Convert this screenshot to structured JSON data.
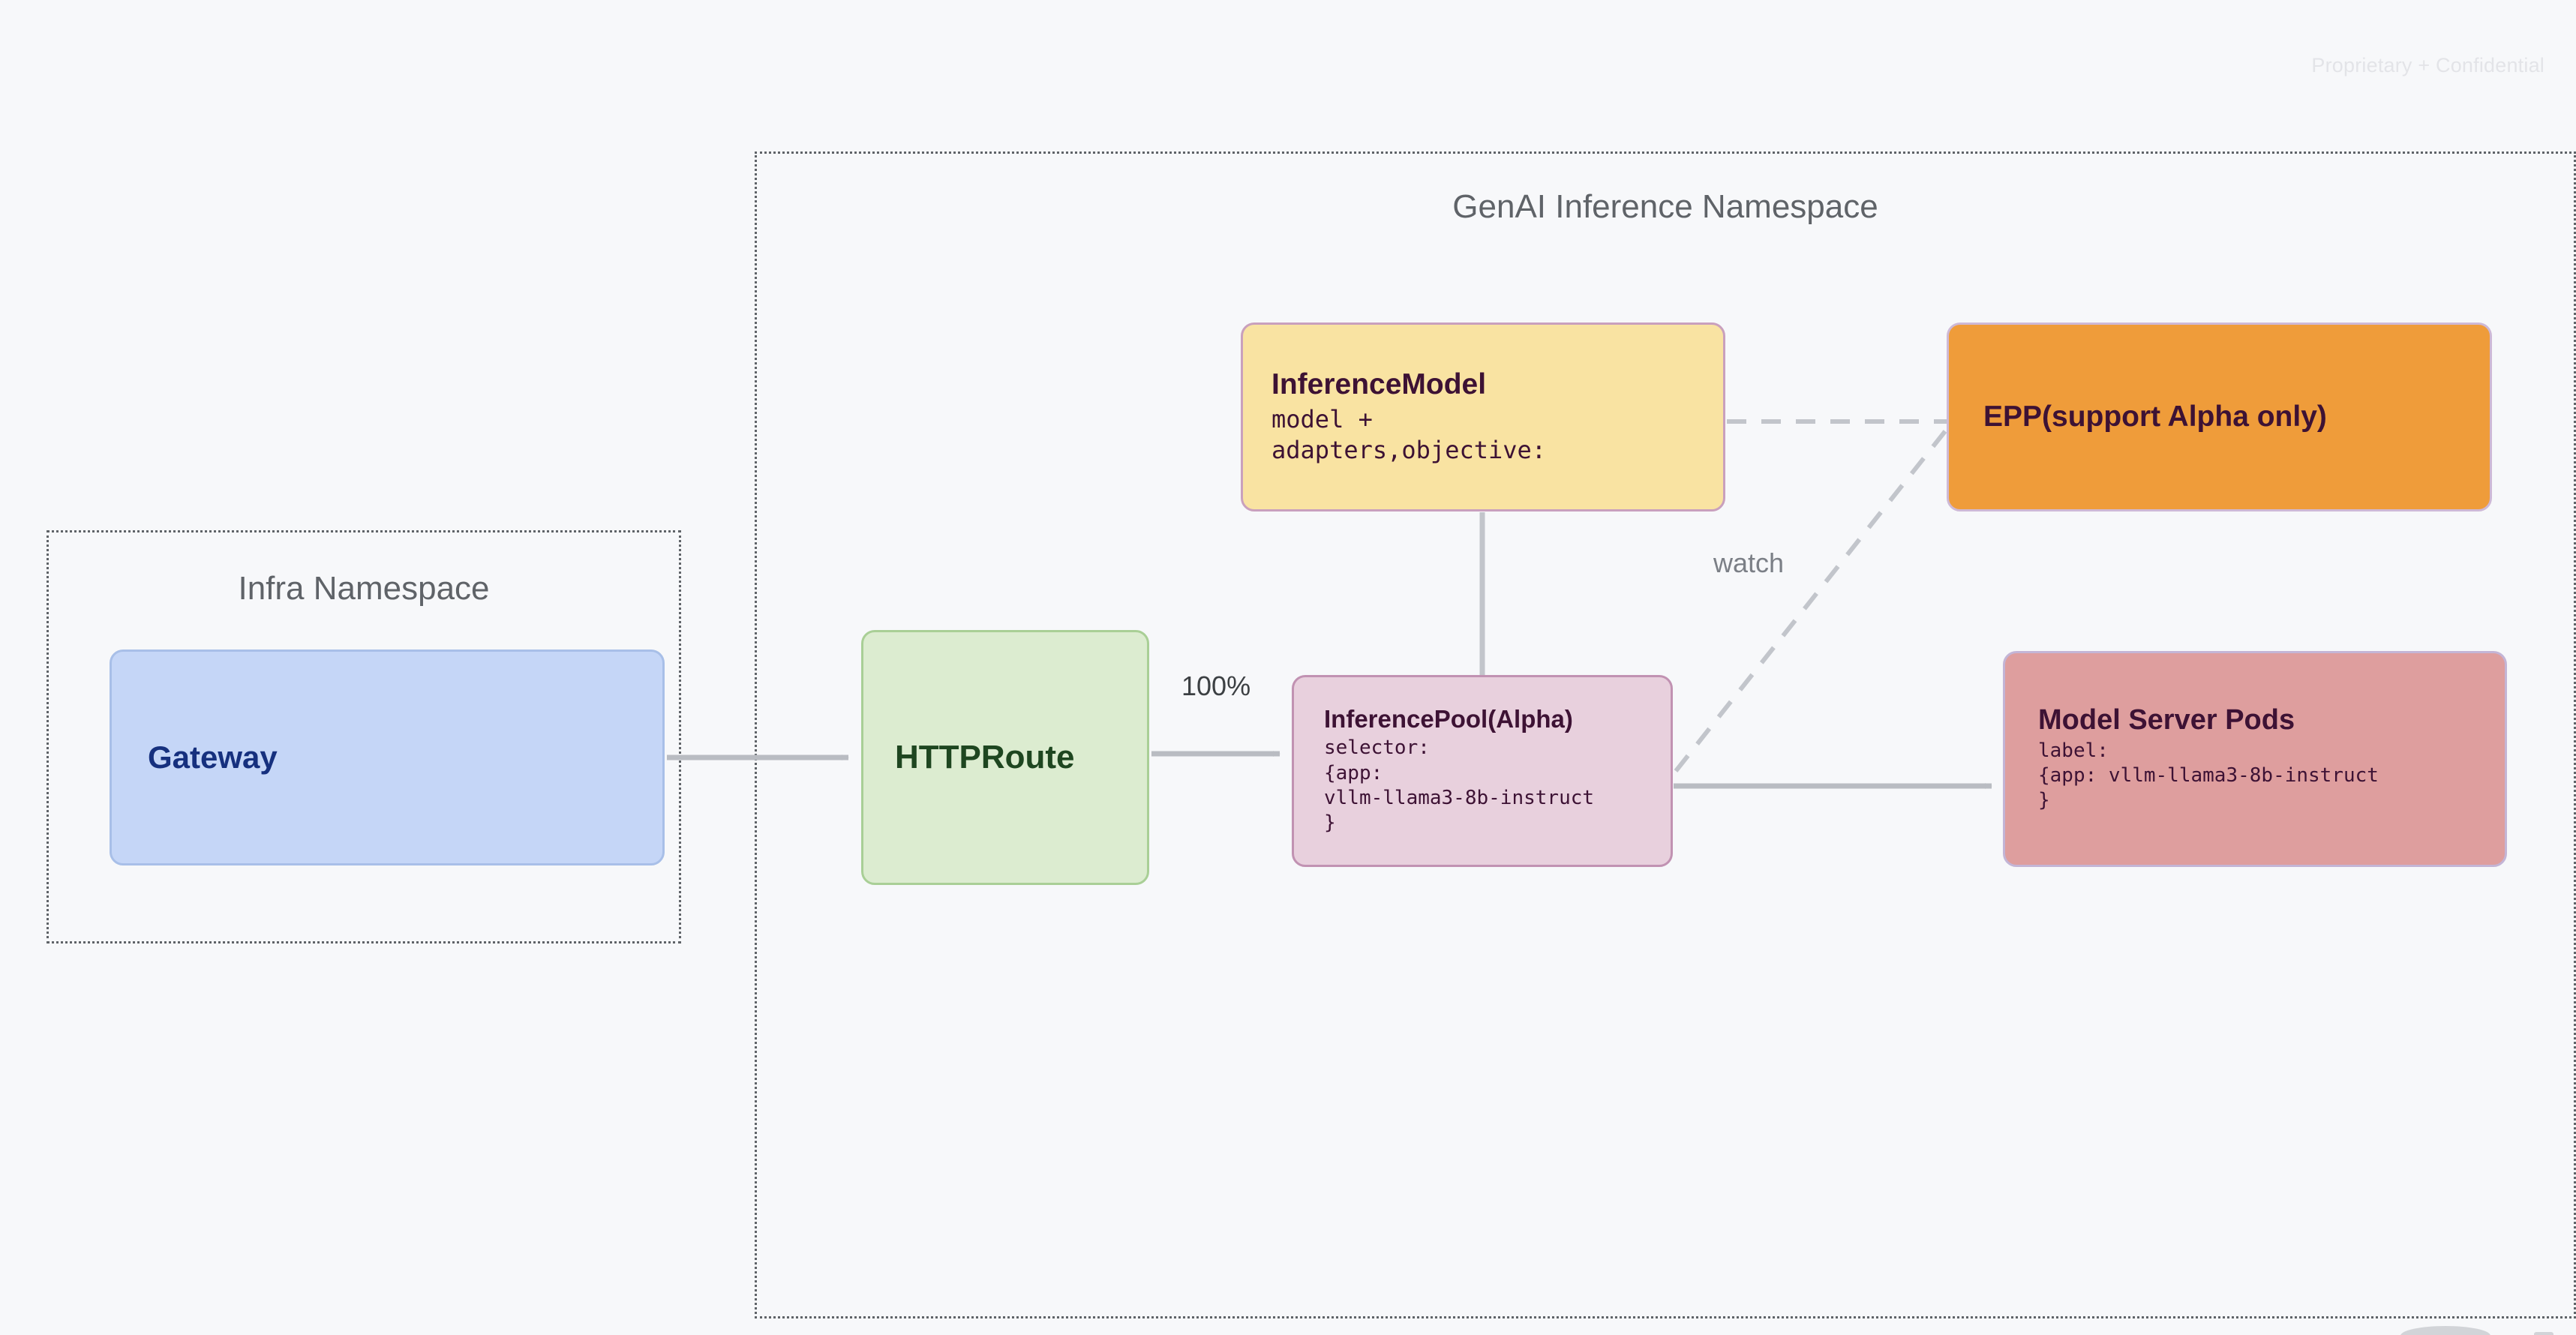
{
  "watermark": "Proprietary + Confidential",
  "namespaces": [
    {
      "id": "infra",
      "title": "Infra Namespace"
    },
    {
      "id": "genai",
      "title": "GenAI Inference Namespace"
    }
  ],
  "nodes": {
    "gateway": {
      "title": "Gateway",
      "body": ""
    },
    "httproute": {
      "title": "HTTPRoute",
      "body": ""
    },
    "inferencemodel": {
      "title": "InferenceModel",
      "body": "model +\nadapters,objective:"
    },
    "inferencepool": {
      "title": "InferencePool(Alpha)",
      "body": "selector:\n{app:\nvllm-llama3-8b-instruct\n}"
    },
    "epp": {
      "title": "EPP(support Alpha only)",
      "body": ""
    },
    "modelserverpods": {
      "title": "Model Server Pods",
      "body": "label:\n{app: vllm-llama3-8b-instruct\n}"
    }
  },
  "edges": [
    {
      "id": "gateway-to-httproute",
      "label": "",
      "style": "solid",
      "arrow": true
    },
    {
      "id": "httproute-to-inferencepool",
      "label": "100%",
      "style": "solid",
      "arrow": true
    },
    {
      "id": "inferencemodel-to-inferencepool",
      "label": "",
      "style": "solid",
      "arrow": false
    },
    {
      "id": "inferencepool-to-modelserverpods",
      "label": "",
      "style": "solid",
      "arrow": true
    },
    {
      "id": "inferencemodel-to-epp",
      "label": "",
      "style": "dashed",
      "arrow": false
    },
    {
      "id": "inferencepool-to-epp",
      "label": "watch",
      "style": "dashed",
      "arrow": false
    }
  ],
  "colors": {
    "background": "#f7f8fa",
    "gateway_fill": "#c5d6f7",
    "gateway_text": "#16307e",
    "httproute_fill": "#dcecd0",
    "httproute_text": "#1e4620",
    "inferencemodel_fill": "#f9e3a2",
    "inferencepool_fill": "#e8d0dd",
    "epp_fill": "#ef9c3a",
    "modelserverpods_fill": "#de9e9e",
    "node_text_dark": "#3d1234",
    "edge_line": "#b9bcc2",
    "namespace_border": "#5f6368",
    "label_text": "#3c4043",
    "muted_text": "#7b7f86"
  }
}
